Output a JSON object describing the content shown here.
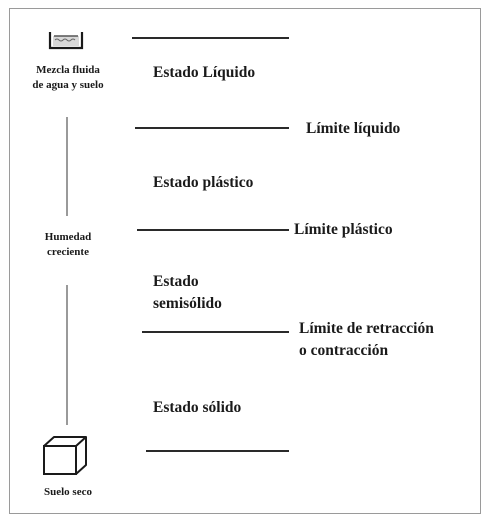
{
  "left_labels": {
    "top": [
      "Mezcla fluida",
      "de agua y suelo"
    ],
    "middle": [
      "Humedad",
      "creciente"
    ],
    "bottom": "Suelo seco"
  },
  "states": {
    "liquid": "Estado Líquido",
    "plastic": "Estado plástico",
    "semisolid": [
      "Estado",
      "semisólido"
    ],
    "solid": "Estado sólido"
  },
  "limits": {
    "liquid": "Límite líquido",
    "plastic": "Límite plástico",
    "shrinkage": [
      "Límite de retracción",
      "o contracción"
    ]
  },
  "icons": {
    "top": "water-soil-container-icon",
    "bottom": "dry-soil-cube-icon"
  }
}
